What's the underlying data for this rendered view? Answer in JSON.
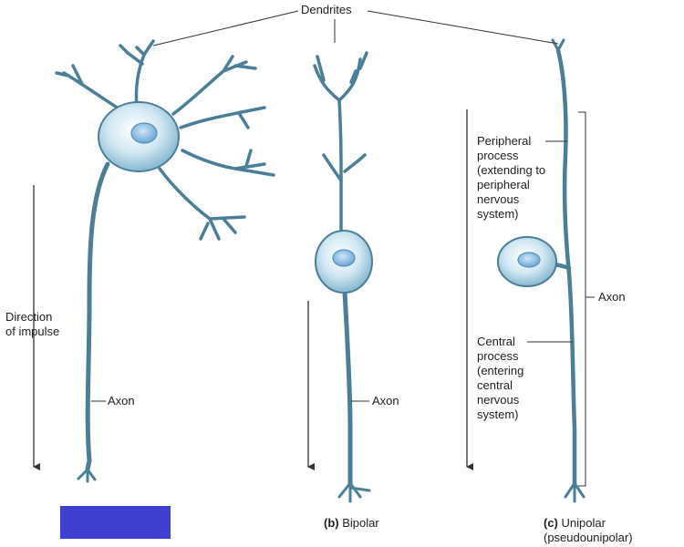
{
  "labels": {
    "dendrites": "Dendrites",
    "direction": "Direction\nof impulse",
    "axon_multipolar": "Axon",
    "axon_bipolar": "Axon",
    "axon_unipolar": "Axon",
    "peripheral": "Peripheral\nprocess\n(extending to\nperipheral\nnervous\nsystem)",
    "central": "Central\nprocess\n(entering\ncentral\nnervous\nsystem)"
  },
  "captions": {
    "bipolar_letter": "(b)",
    "bipolar_name": "Bipolar",
    "unipolar_letter": "(c)",
    "unipolar_name": "Unipolar\n(pseudounipolar)"
  },
  "colors": {
    "neuron_fill": "#b5d6e6",
    "neuron_stroke": "#4a7f97",
    "nucleus": "#7fb3dc",
    "leader": "#333333",
    "redaction": "#3f3fd0"
  }
}
